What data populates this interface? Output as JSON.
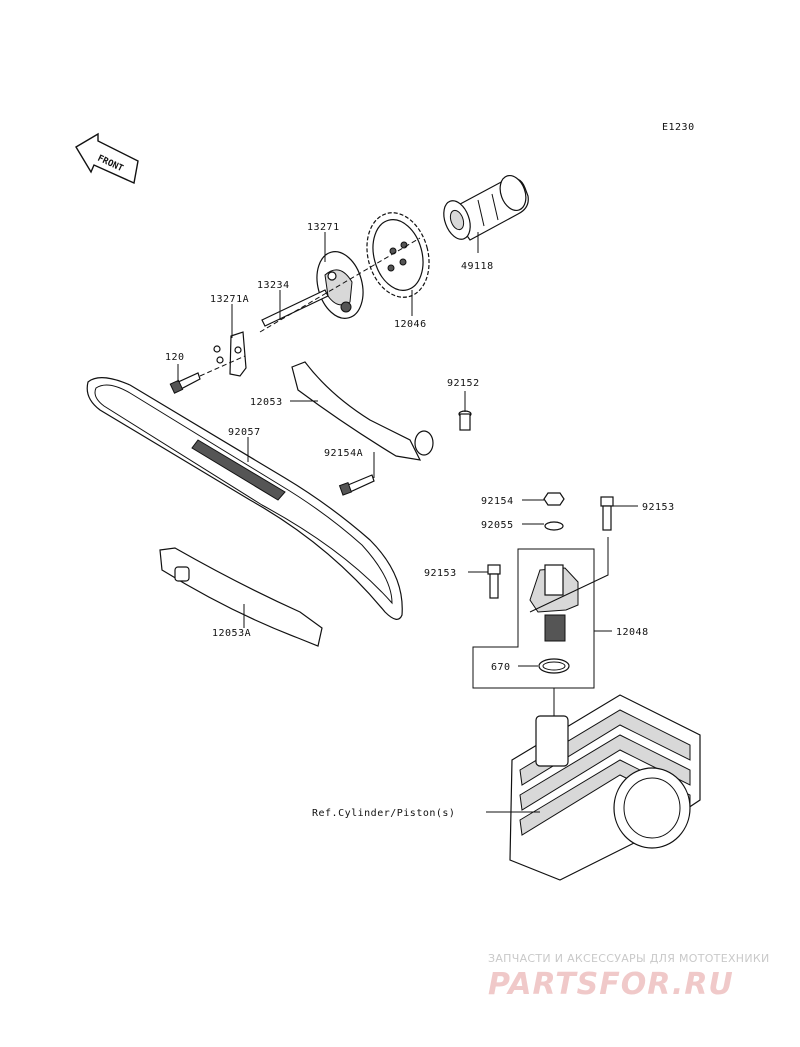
{
  "diagram_code": "E1230",
  "front_label": "FRONT",
  "reference_label": "Ref.Cylinder/Piston(s)",
  "parts": [
    {
      "id": "p13271",
      "number": "13271"
    },
    {
      "id": "p13234",
      "number": "13234"
    },
    {
      "id": "p13271a",
      "number": "13271A"
    },
    {
      "id": "p120",
      "number": "120"
    },
    {
      "id": "p49118",
      "number": "49118"
    },
    {
      "id": "p12046",
      "number": "12046"
    },
    {
      "id": "p92152",
      "number": "92152"
    },
    {
      "id": "p12053",
      "number": "12053"
    },
    {
      "id": "p92057",
      "number": "92057"
    },
    {
      "id": "p92154a",
      "number": "92154A"
    },
    {
      "id": "p92154",
      "number": "92154"
    },
    {
      "id": "p92153a",
      "number": "92153"
    },
    {
      "id": "p92055",
      "number": "92055"
    },
    {
      "id": "p92153b",
      "number": "92153"
    },
    {
      "id": "p12048",
      "number": "12048"
    },
    {
      "id": "p670",
      "number": "670"
    },
    {
      "id": "p12053a",
      "number": "12053A"
    }
  ],
  "watermark": {
    "tagline": "ЗАПЧАСТИ И АКСЕССУАРЫ ДЛЯ МОТОТЕХНИКИ",
    "brand": "PARTSFOR.RU"
  }
}
